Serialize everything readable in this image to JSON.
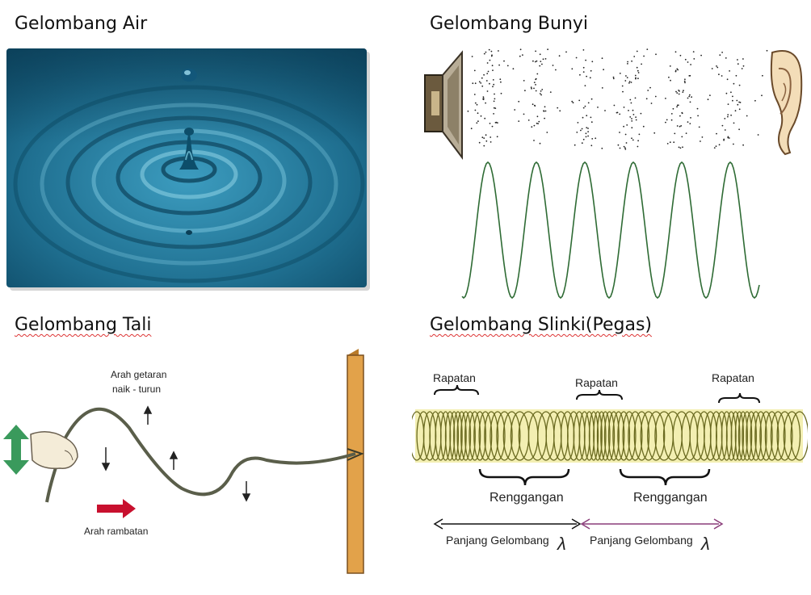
{
  "panels": {
    "water": {
      "title": "Gelombang Air"
    },
    "sound": {
      "title": "Gelombang Bunyi"
    },
    "rope": {
      "title": "Gelombang Tali",
      "vibration_label_1": "Arah getaran",
      "vibration_label_2": "naik - turun",
      "propagation_label": "Arah rambatan"
    },
    "slinky": {
      "title": "Gelombang Slinki(Pegas)",
      "compression_label": "Rapatan",
      "rarefaction_label": "Renggangan",
      "wavelength_label": "Panjang Gelombang",
      "lambda_symbol": "λ"
    }
  },
  "colors": {
    "water_dark": "#0e4a66",
    "water_light": "#3c9cbf",
    "sine_wave": "#2e6b34",
    "rope": "#5a5e4a",
    "post": "#e2a24a",
    "propagation_arrow": "#c8102e",
    "vibration_arrow": "#3a9a5c",
    "slinky_fill": "#f3efb2",
    "wavelength_arrow_2": "#8a3d7a"
  },
  "icons": [
    "speaker-icon",
    "ear-icon",
    "hand-icon",
    "up-arrow-icon",
    "down-arrow-icon"
  ]
}
